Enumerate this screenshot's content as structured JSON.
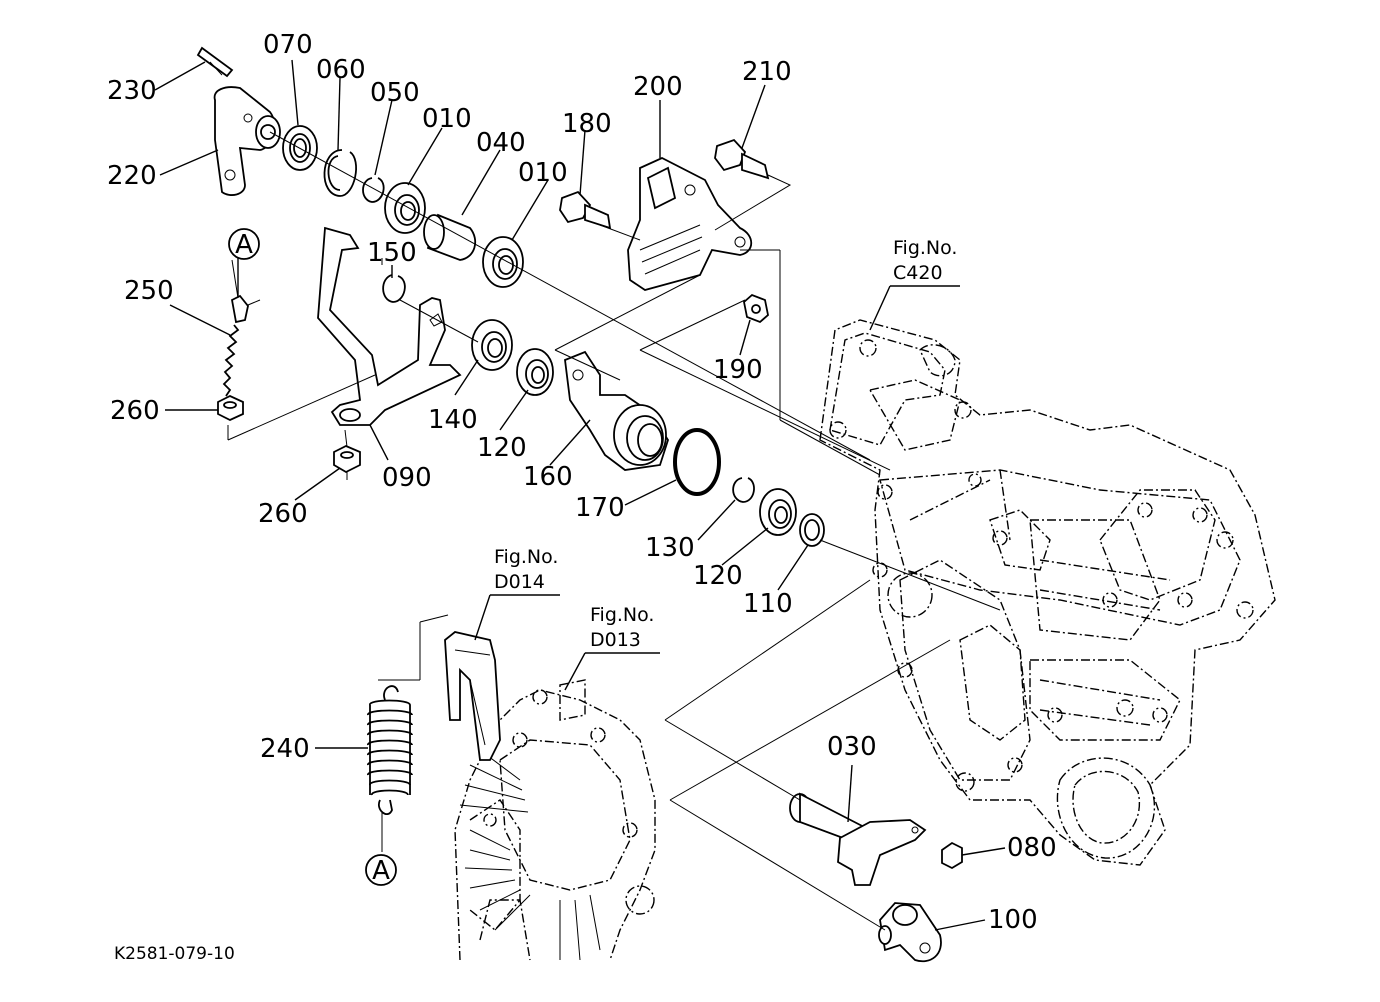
{
  "drawing_code": "K2581-079-10",
  "callouts": [
    "230",
    "220",
    "070",
    "060",
    "050",
    "010",
    "040",
    "010",
    "180",
    "200",
    "210",
    "150",
    "250",
    "260",
    "140",
    "120",
    "160",
    "190",
    "090",
    "260",
    "170",
    "130",
    "120",
    "110",
    "240",
    "030",
    "080",
    "100"
  ],
  "circle_markers": [
    "A",
    "A"
  ],
  "figure_refs": [
    {
      "title": "Fig.No.",
      "code": "C420"
    },
    {
      "title": "Fig.No.",
      "code": "D014"
    },
    {
      "title": "Fig.No.",
      "code": "D013"
    }
  ]
}
